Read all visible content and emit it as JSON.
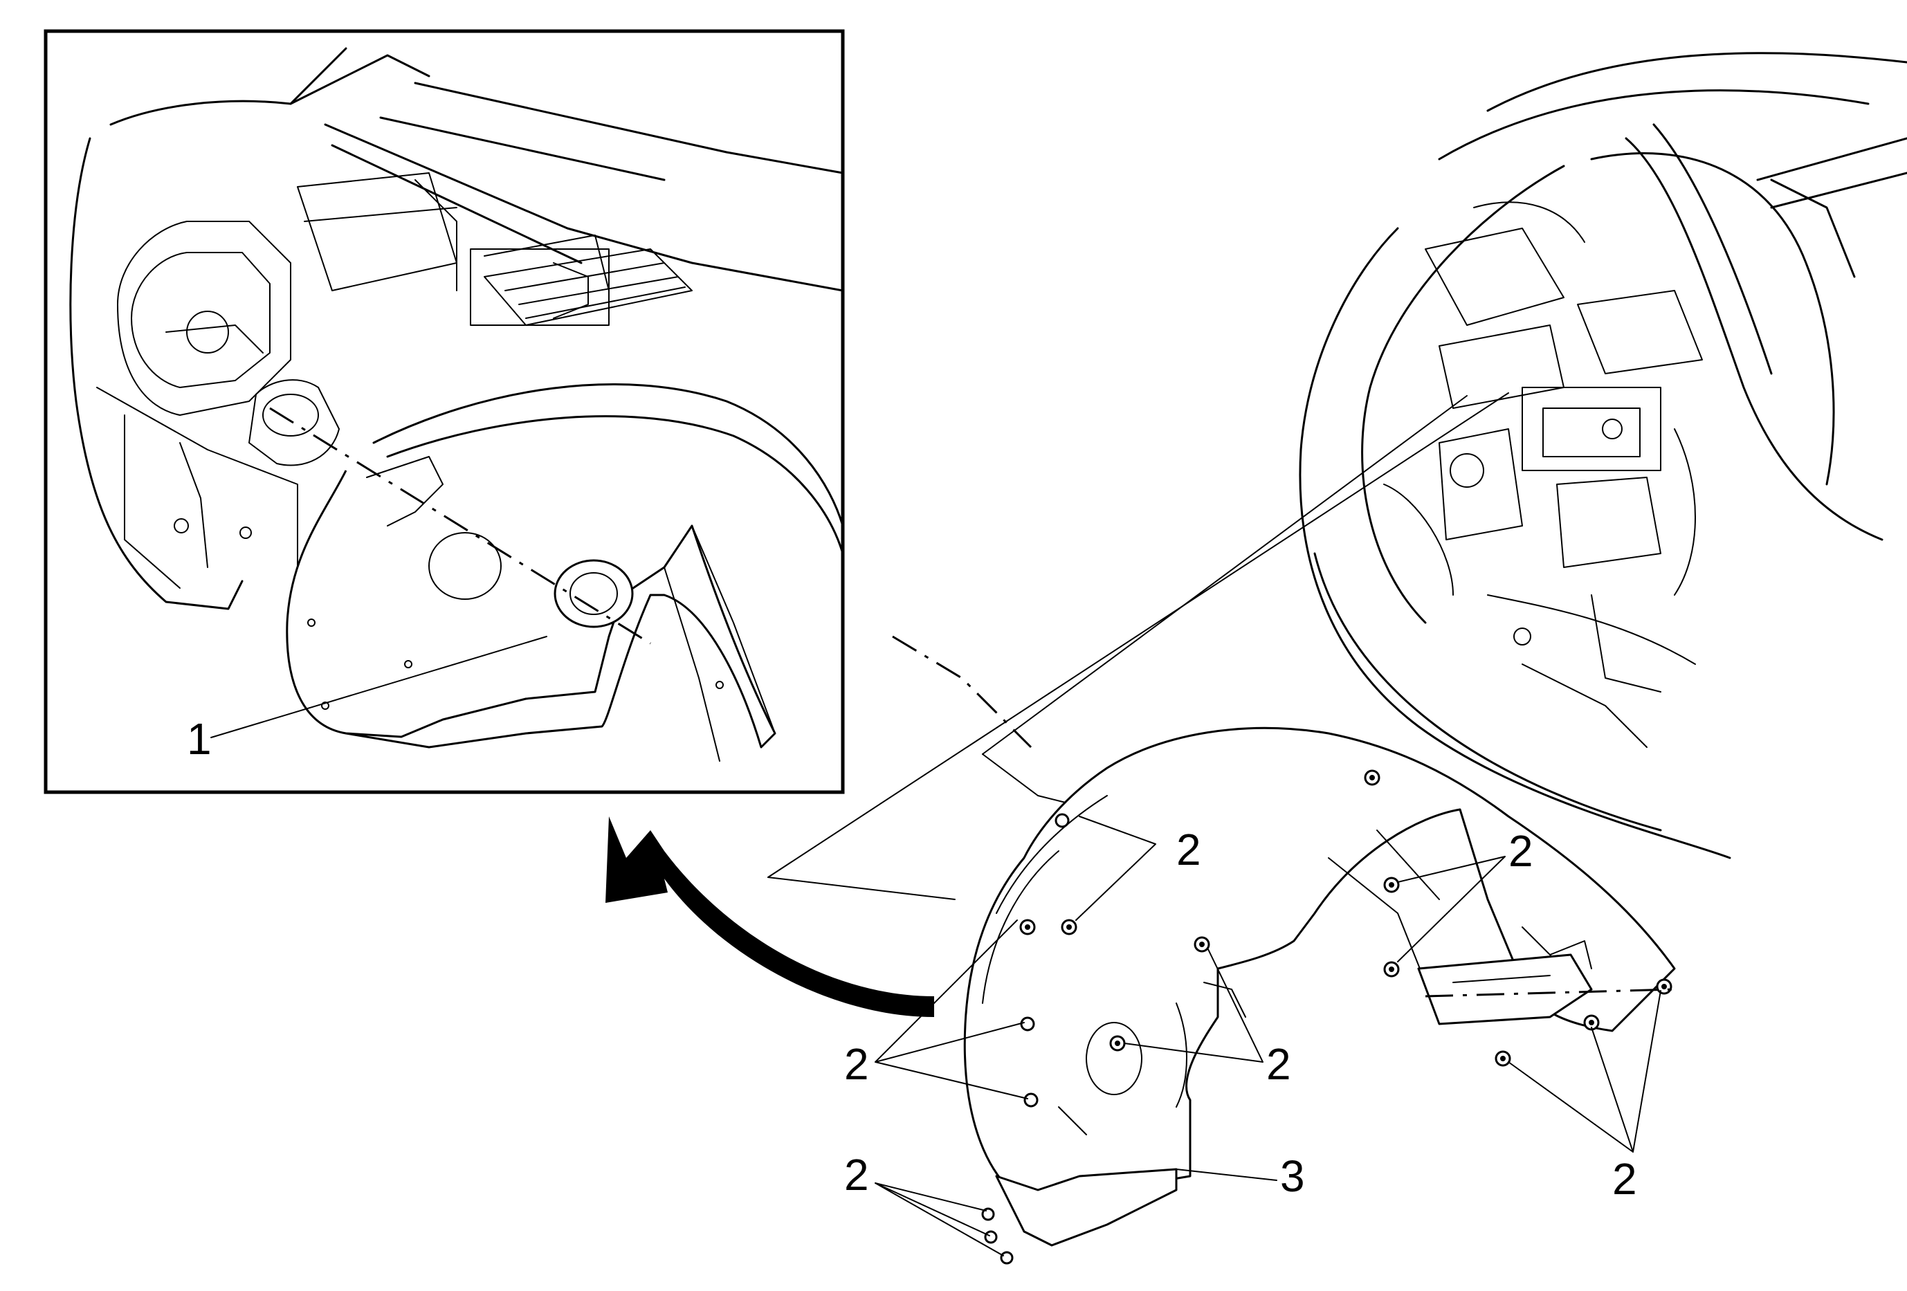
{
  "callouts": {
    "one": "1",
    "two": "2",
    "three": "3"
  },
  "icons": {
    "arrow": "curved-arrow-icon"
  }
}
